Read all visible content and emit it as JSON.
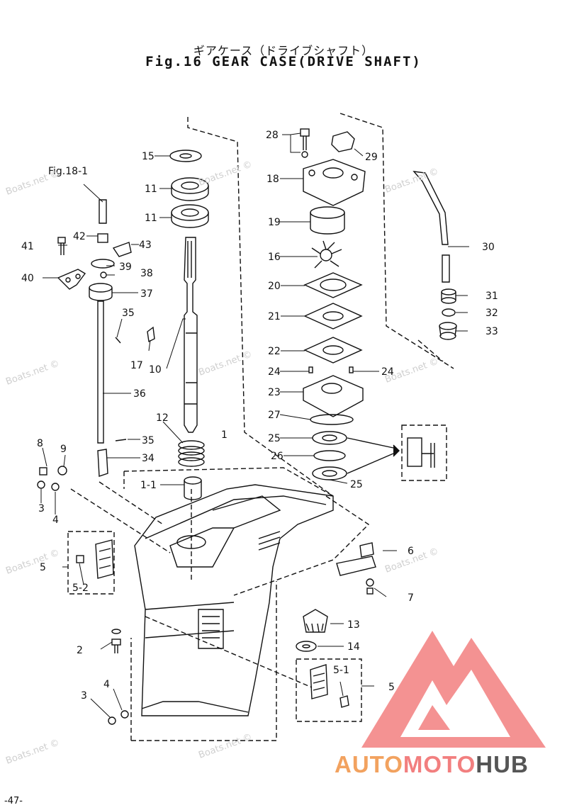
{
  "title_jp": "ギアケース（ドライブシャフト）",
  "title_en": "Fig.16 GEAR CASE(DRIVE SHAFT)",
  "page_number": "-47-",
  "watermark": "Boats.net ©",
  "logo": {
    "part1": "AUTO",
    "part2": "MOTO",
    "part3": "HUB",
    "color1": "#f2a25f",
    "color2": "#f27f7f",
    "color3": "#555555"
  },
  "labels": {
    "l28": "28",
    "l29": "29",
    "l15": "15",
    "l11a": "11",
    "l11b": "11",
    "l18": "18",
    "fig18": "Fig.18-1",
    "l19": "19",
    "l16": "16",
    "l30": "30",
    "l41": "41",
    "l42": "42",
    "l43": "43",
    "l39": "39",
    "l38": "38",
    "l40": "40",
    "l37": "37",
    "l20": "20",
    "l31": "31",
    "l32": "32",
    "l33": "33",
    "l21": "21",
    "l35a": "35",
    "l22": "22",
    "l17": "17",
    "l10": "10",
    "l24a": "24",
    "l24b": "24",
    "l23": "23",
    "l36": "36",
    "l27": "27",
    "l12": "12",
    "l1": "1",
    "l25a": "25",
    "l8": "8",
    "l9": "9",
    "l35b": "35",
    "l26": "26",
    "l34": "34",
    "l25b": "25",
    "l1_1": "1-1",
    "l3a": "3",
    "l4a": "4",
    "l6": "6",
    "l5a": "5",
    "l5_2": "5-2",
    "l7": "7",
    "l13": "13",
    "l2": "2",
    "l14": "14",
    "l5_1": "5-1",
    "l5b": "5",
    "l4b": "4",
    "l3b": "3"
  }
}
